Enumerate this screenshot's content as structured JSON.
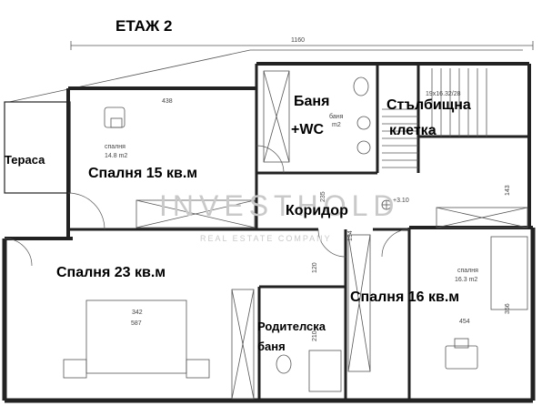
{
  "title": "ЕТАЖ 2",
  "rooms": {
    "terrace": "Тераса",
    "bedroom15": "Спалня 15 кв.м",
    "bathroom": "Баня",
    "bathroom_wc": "+WC",
    "stairwell_1": "Стълбищна",
    "stairwell_2": "клетка",
    "corridor": "Коридор",
    "bedroom23": "Спалня 23 кв.м",
    "parent_bath_1": "Родителска",
    "parent_bath_2": "баня",
    "bedroom16": "Спалня 16 кв.м"
  },
  "plan_text": {
    "bedroom15_name": "спалня",
    "bedroom15_area": "14.8 m2",
    "bathroom_name": "баня",
    "bathroom_area": "m2",
    "bedroom16_name": "спалня",
    "bedroom16_area": "16.3 m2",
    "level_mark": "+3.10",
    "stairs_note": "19x16.32/28"
  },
  "dimensions": {
    "overall_width": "1160",
    "bedroom15_width": "438",
    "bedroom16_width": "454",
    "bedroom23_width": "587",
    "bedroom23_depth": "342",
    "d_194": "194",
    "d_120": "120",
    "d_210": "210",
    "d_356": "356",
    "d_143": "143",
    "d_235": "235"
  },
  "watermark": {
    "main": "INVESTHOLD",
    "sub": "REAL ESTATE COMPANY"
  }
}
